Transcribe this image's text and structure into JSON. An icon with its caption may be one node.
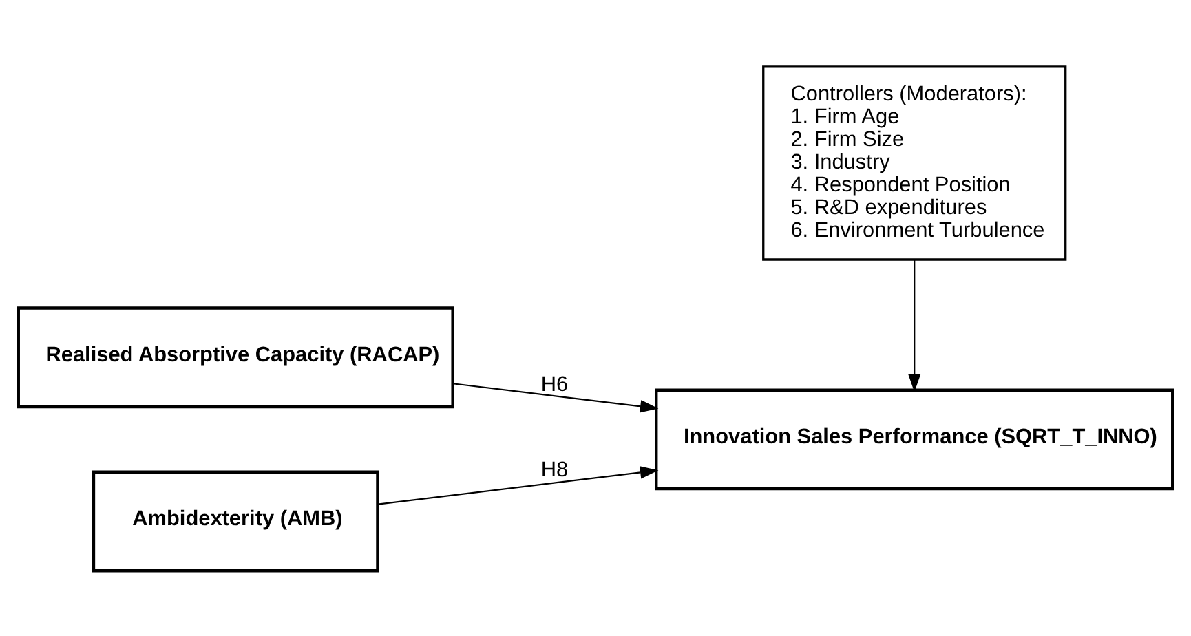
{
  "diagram": {
    "nodes": [
      {
        "text": [
          "Realised Absorptive Capacity (RACAP)"
        ]
      },
      {
        "text": [
          "Ambidexterity (AMB)"
        ]
      },
      {
        "text": [
          "Innovation Sales Performance (SQRT_T_INNO)"
        ]
      },
      {
        "text": [
          "Controllers (Moderators):",
          "1. Firm Age",
          "2. Firm Size",
          "3. Industry",
          "4. Respondent Position",
          "5. R&D expenditures",
          "6. Environment Turbulence"
        ]
      }
    ],
    "edges": [
      {
        "from": 0,
        "to": 2,
        "arrow": "to",
        "label": "H6"
      },
      {
        "from": 1,
        "to": 2,
        "arrow": "to",
        "label": "H8"
      },
      {
        "from": 3,
        "to": 2,
        "arrow": "to"
      }
    ]
  }
}
